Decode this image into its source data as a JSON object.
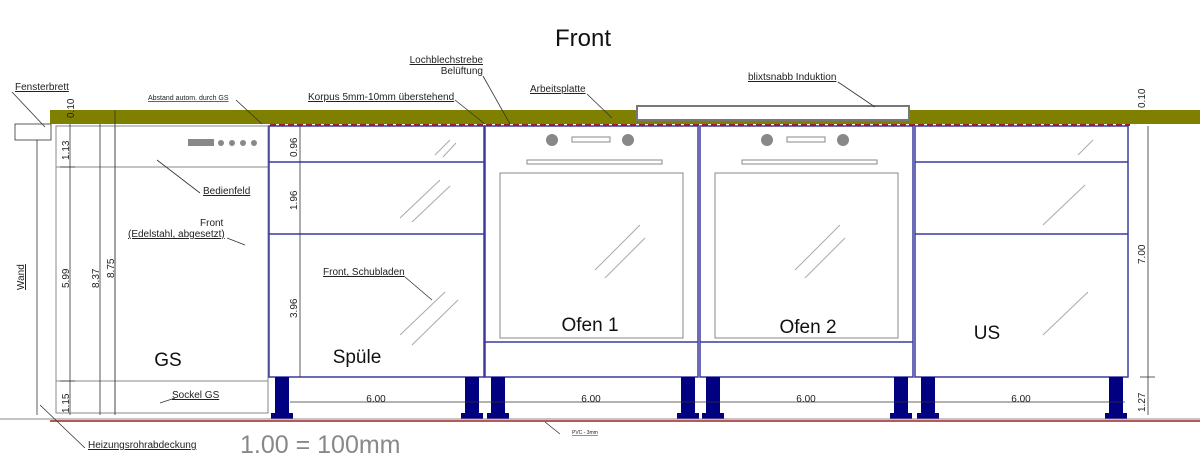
{
  "title": "Front",
  "labels": {
    "fensterbrett": "Fensterbrett",
    "abstand": "Abstand autom. durch GS",
    "korpus": "Korpus 5mm-10mm überstehend",
    "lochblech": "Lochblechstrebe",
    "belueftung": "Belüftung",
    "arbeitsplatte": "Arbeitsplatte",
    "induktion": "blixtsnabb Induktion",
    "bedienfeld": "Bedienfeld",
    "front": "Front",
    "front_sub": "(Edelstahl, abgesetzt)",
    "front_schubladen": "Front, Schubladen",
    "wand": "Wand",
    "sockel": "Sockel GS",
    "heizung": "Heizungsrohrabdeckung",
    "pvc": "PVC - 3mm"
  },
  "units": {
    "gs": "GS",
    "spuele": "Spüle",
    "ofen1": "Ofen 1",
    "ofen2": "Ofen 2",
    "us": "US"
  },
  "dimensions": {
    "top_left": "0.10",
    "top_right": "0.10",
    "gs_top": "1.13",
    "gs_mid": "5.99",
    "gs_sockel": "1.15",
    "h1": "8.37",
    "h2": "8.75",
    "d1": "0.96",
    "d2": "1.96",
    "d3": "3.96",
    "right_h": "7.00",
    "right_sockel": "1.27",
    "w1": "6.00",
    "w2": "6.00",
    "w3": "6.00",
    "w4": "6.00"
  },
  "scale": "1.00 = 100mm",
  "colors": {
    "countertop": "#808000",
    "cabinet": "#3a3aa0",
    "legs": "#000080"
  }
}
